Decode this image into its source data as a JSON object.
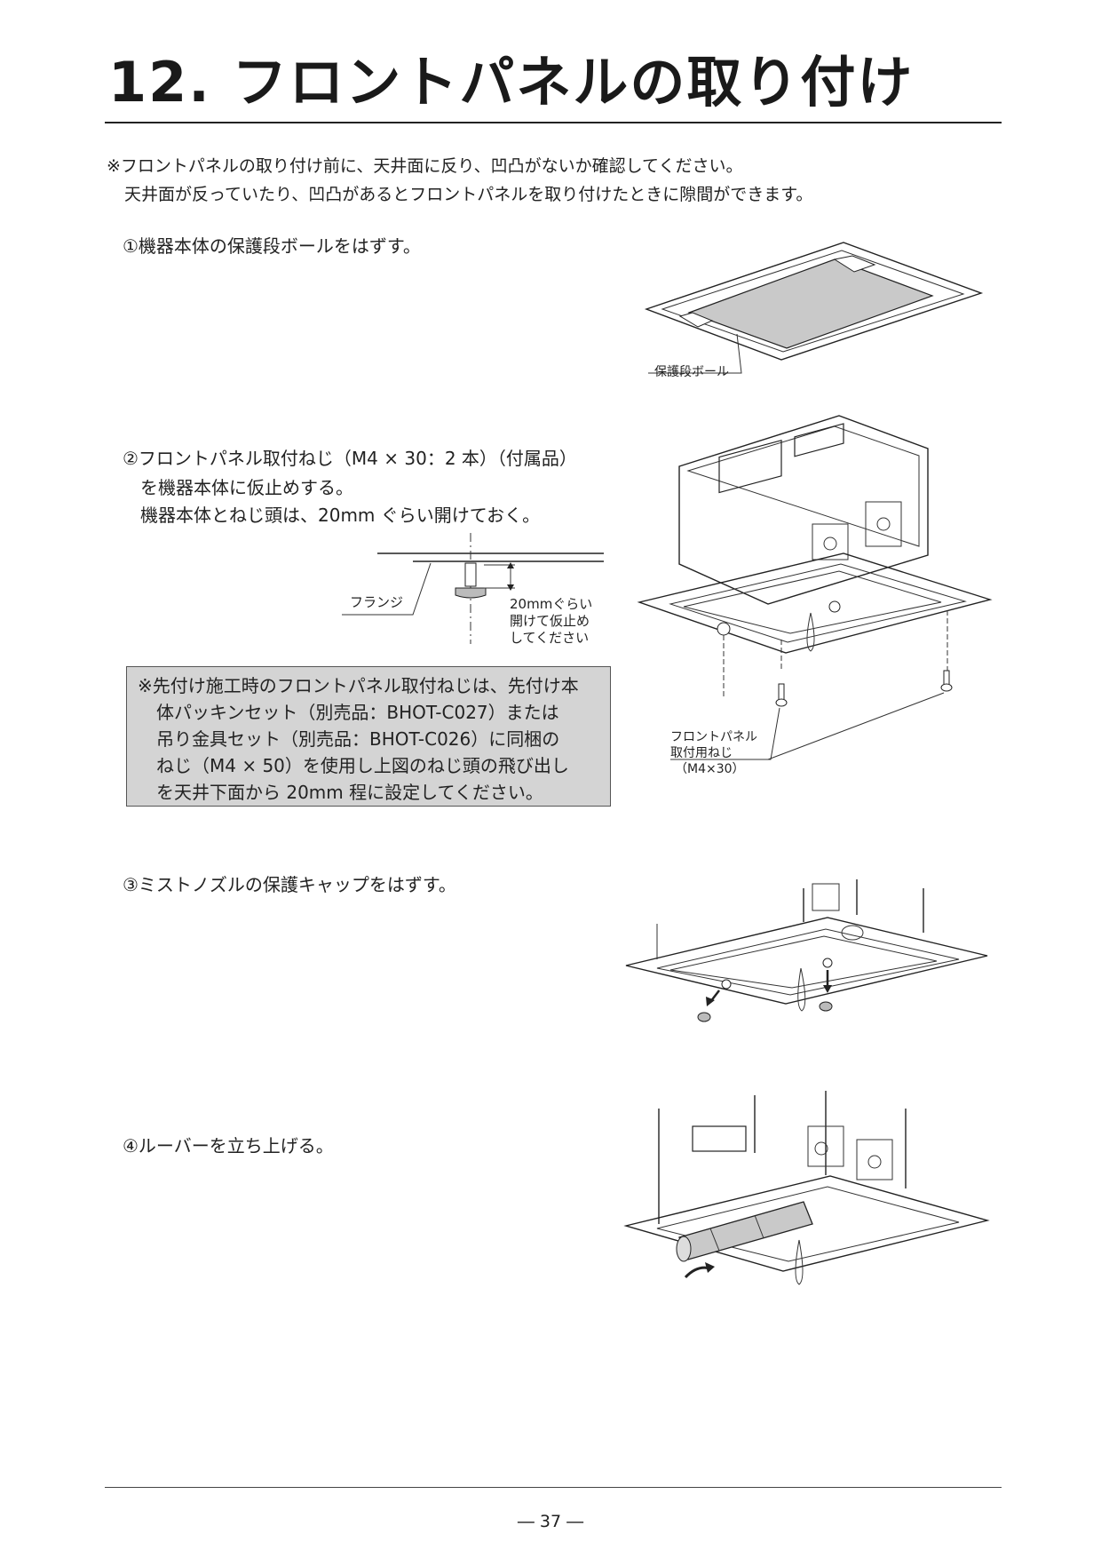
{
  "title": "12. フロントパネルの取り付け",
  "note": {
    "line1": "※フロントパネルの取り付け前に、天井面に反り、凹凸がないか確認してください。",
    "line2": "天井面が反っていたり、凹凸があるとフロントパネルを取り付けたときに隙間ができます。"
  },
  "steps": {
    "step1": "①機器本体の保護段ボールをはずす。",
    "step2_line1": "②フロントパネル取付ねじ（M4 × 30：2 本）（付属品）",
    "step2_line2": "を機器本体に仮止めする。",
    "step2_line3": "機器本体とねじ頭は、20mm ぐらい開けておく。",
    "step3": "③ミストノズルの保護キャップをはずす。",
    "step4": "④ルーバーを立ち上げる。"
  },
  "caution_box": {
    "lines": [
      "※先付け施工時のフロントパネル取付ねじは、先付け本",
      "体パッキンセット（別売品：BHOT-C027）または",
      "吊り金具セット（別売品：BHOT-C026）に同梱の",
      "ねじ（M4 × 50）を使用し上図のねじ頭の飛び出し",
      "を天井下面から 20mm 程に設定してください。"
    ]
  },
  "labels": {
    "cardboard": "保護段ボール",
    "flange": "フランジ",
    "gap": [
      "20mmぐらい",
      "開けて仮止め",
      "してください"
    ],
    "screw": [
      "フロントパネル",
      "取付用ねじ",
      "（M4×30）"
    ]
  },
  "page_number": "― 37 ―"
}
